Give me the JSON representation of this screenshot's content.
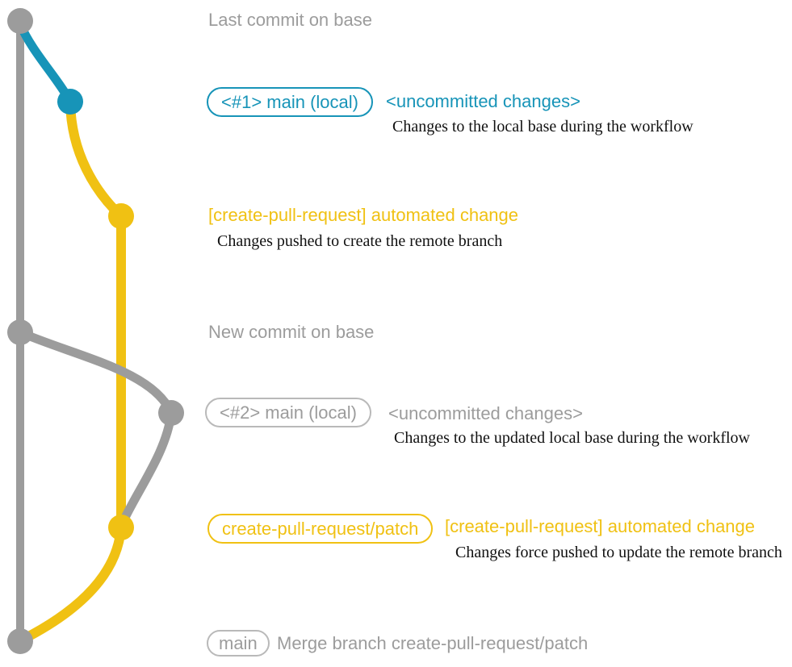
{
  "colors": {
    "teal": "#1794b8",
    "yellow": "#f0c113",
    "gray": "#9c9c9c",
    "gray_border": "#b9b9b9",
    "ink": "#111111",
    "background": "#ffffff"
  },
  "graph": {
    "commits": [
      {
        "id": "last-commit-on-base",
        "branch": "base",
        "color": "gray"
      },
      {
        "id": "main-local-1",
        "branch": "main (local)",
        "color": "teal"
      },
      {
        "id": "automated-change-1",
        "branch": "create-pull-request/patch",
        "color": "yellow"
      },
      {
        "id": "new-commit-on-base",
        "branch": "base",
        "color": "gray"
      },
      {
        "id": "main-local-2",
        "branch": "main (local)",
        "color": "gray"
      },
      {
        "id": "automated-change-2",
        "branch": "create-pull-request/patch",
        "color": "yellow"
      },
      {
        "id": "merge-commit",
        "branch": "base",
        "color": "gray"
      }
    ]
  },
  "annotations": {
    "last_commit": {
      "label": "Last commit on base"
    },
    "uncommitted_1": {
      "badge": "<#1> main (local)",
      "note": "<uncommitted changes>",
      "desc": "Changes to the local base during the workflow"
    },
    "automated_1": {
      "label": "[create-pull-request] automated change",
      "desc": "Changes pushed to create the remote branch"
    },
    "new_commit": {
      "label": "New commit on base"
    },
    "uncommitted_2": {
      "badge": "<#2> main (local)",
      "note": "<uncommitted changes>",
      "desc": "Changes to the updated local base during the workflow"
    },
    "automated_2": {
      "badge": "create-pull-request/patch",
      "label": "[create-pull-request] automated change",
      "desc": "Changes force pushed to update the remote branch"
    },
    "merge": {
      "badge": "main",
      "label": "Merge branch create-pull-request/patch"
    }
  }
}
